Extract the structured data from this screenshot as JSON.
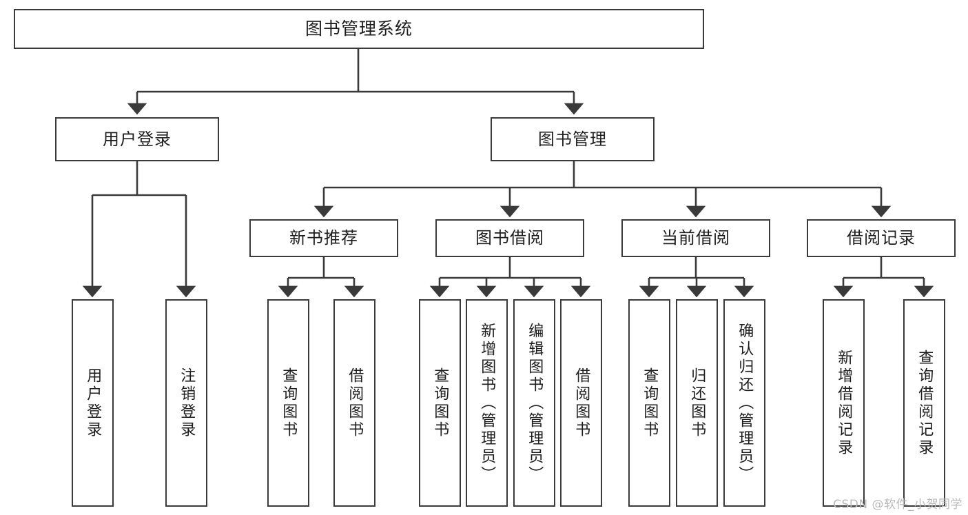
{
  "diagram": {
    "title": "图书管理系统",
    "type": "tree",
    "root": {
      "label": "图书管理系统"
    },
    "level2": [
      {
        "label": "用户登录"
      },
      {
        "label": "图书管理"
      }
    ],
    "level3": [
      {
        "label": "新书推荐"
      },
      {
        "label": "图书借阅"
      },
      {
        "label": "当前借阅"
      },
      {
        "label": "借阅记录"
      }
    ],
    "leaves": {
      "user_login": [
        {
          "label": "用户登录"
        },
        {
          "label": "注销登录"
        }
      ],
      "new_book_recommend": [
        {
          "label": "查询图书"
        },
        {
          "label": "借阅图书"
        }
      ],
      "book_borrow": [
        {
          "label": "查询图书"
        },
        {
          "label": "新增图书（管理员）"
        },
        {
          "label": "编辑图书（管理员）"
        },
        {
          "label": "借阅图书"
        }
      ],
      "current_borrow": [
        {
          "label": "查询图书"
        },
        {
          "label": "归还图书"
        },
        {
          "label": "确认归还（管理员）"
        }
      ],
      "borrow_record": [
        {
          "label": "新增借阅记录"
        },
        {
          "label": "查询借阅记录"
        }
      ]
    }
  },
  "watermark": {
    "text": "CSDN @软件_小贺同学"
  },
  "colors": {
    "stroke": "#3a3a3a",
    "text": "#1d1d1d",
    "background": "#ffffff",
    "watermark": "#b9b9b9"
  }
}
